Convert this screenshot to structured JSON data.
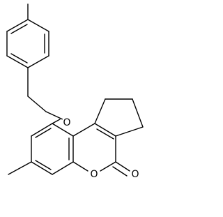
{
  "molecule": {
    "atoms": {
      "ether_oxygen": "O",
      "ring_oxygen": "O",
      "carbonyl_oxygen": "O"
    },
    "colors": {
      "bond": "#000000",
      "label": "#000000",
      "background": "#ffffff"
    }
  }
}
